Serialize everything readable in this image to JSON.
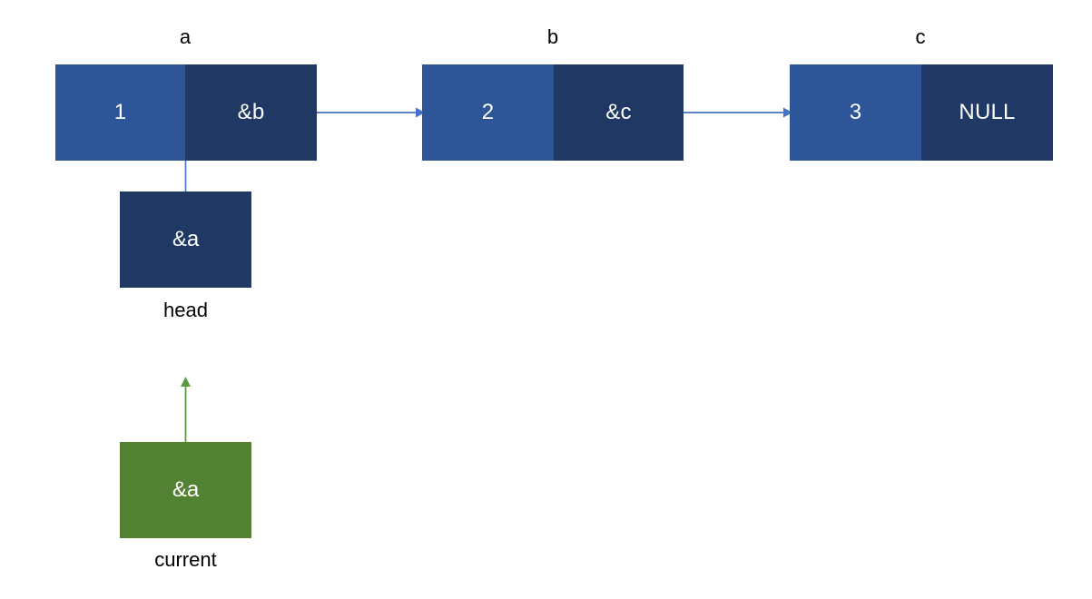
{
  "diagram": {
    "title": "singly-linked-list-traversal",
    "colors": {
      "cell_data_bg": "#2e5597",
      "cell_next_bg": "#1f3864",
      "link_arrow": "#4472c4",
      "current_box_bg": "#548235",
      "current_arrow": "#5b9b3e",
      "text_light": "#ffffff",
      "text_dark": "#000000",
      "background": "#ffffff"
    },
    "nodes": [
      {
        "name": "a",
        "data": "1",
        "next": "&b"
      },
      {
        "name": "b",
        "data": "2",
        "next": "&c"
      },
      {
        "name": "c",
        "data": "3",
        "next": "NULL"
      }
    ],
    "pointers": [
      {
        "name": "head",
        "value": "&a",
        "kind": "navy"
      },
      {
        "name": "current",
        "value": "&a",
        "kind": "green"
      }
    ]
  }
}
